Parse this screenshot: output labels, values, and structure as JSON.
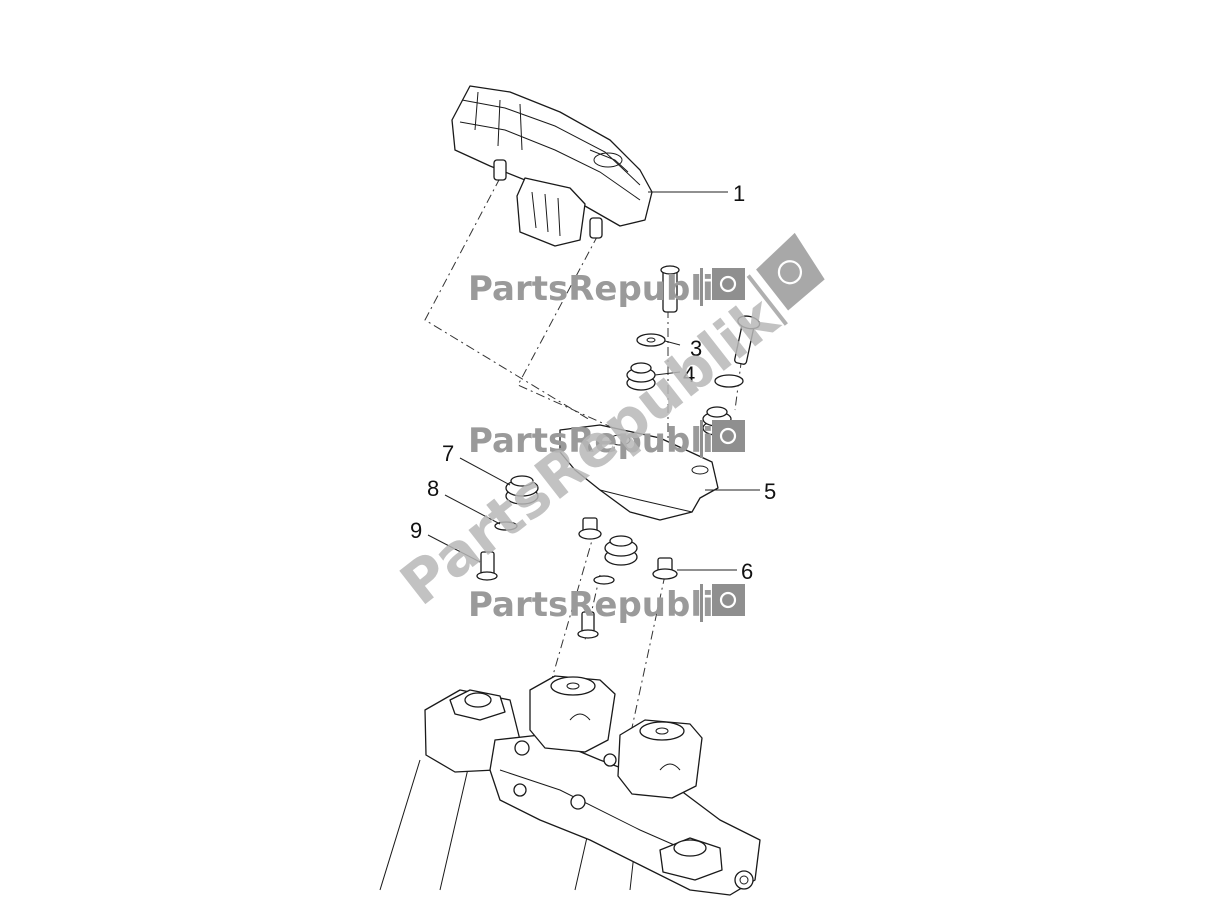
{
  "watermark": {
    "brand": "PartsRepublik"
  },
  "callouts": [
    {
      "id": "1",
      "label": "1"
    },
    {
      "id": "3",
      "label": "3"
    },
    {
      "id": "4",
      "label": "4"
    },
    {
      "id": "5",
      "label": "5"
    },
    {
      "id": "6",
      "label": "6"
    },
    {
      "id": "7",
      "label": "7"
    },
    {
      "id": "8",
      "label": "8"
    },
    {
      "id": "9",
      "label": "9"
    }
  ],
  "colors": {
    "line": "#1a1a1a",
    "watermark": "#9a9a9a",
    "background": "#ffffff"
  },
  "icons": [
    "gear-flag-icon"
  ]
}
